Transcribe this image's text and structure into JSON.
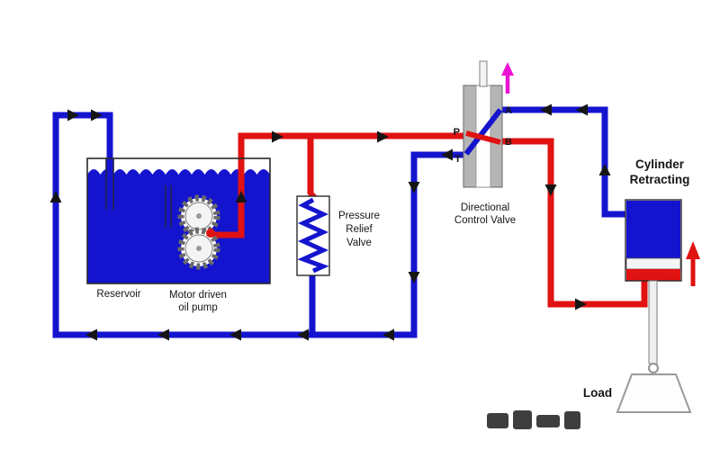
{
  "diagram": {
    "labels": {
      "reservoir": "Reservoir",
      "pump1": "Motor driven",
      "pump2": "oil pump",
      "relief1": "Pressure",
      "relief2": "Relief",
      "relief3": "Valve",
      "dcv1": "Directional",
      "dcv2": "Control Valve",
      "cyl1": "Cylinder",
      "cyl2": "Retracting",
      "load": "Load",
      "pP": "P",
      "pT": "T",
      "pA": "A",
      "pB": "B"
    },
    "colors": {
      "pressure": "#e01212",
      "return": "#1414cf",
      "arrow": "#151515",
      "valve_body": "#b5b5b5",
      "spool_signal": "#ea14d2",
      "outline": "#2a2a2a",
      "load_outline": "#9a9a9a"
    }
  }
}
